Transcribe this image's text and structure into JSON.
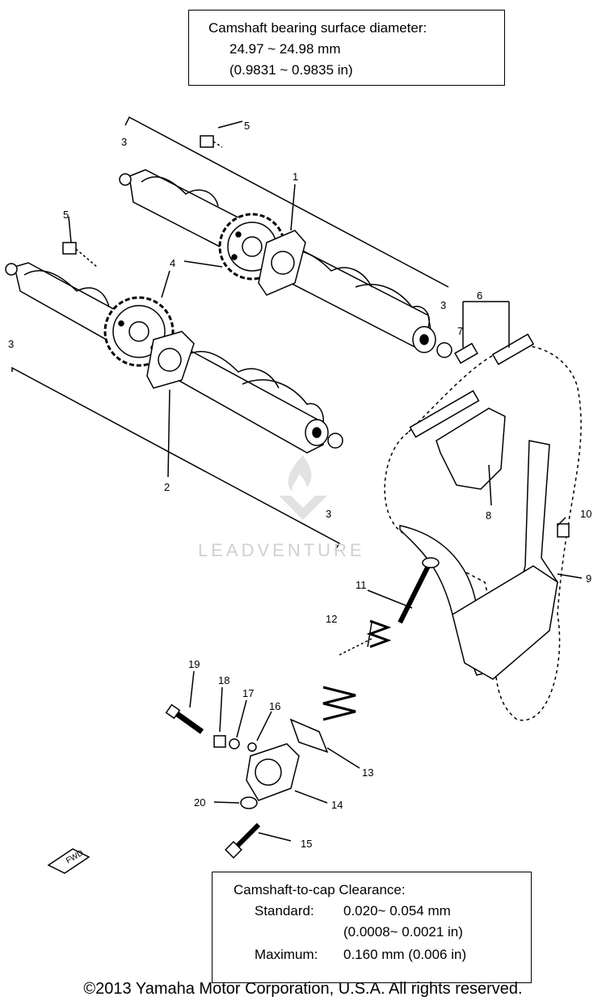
{
  "spec_top": {
    "line1": "Camshaft bearing surface diameter:",
    "line2": "24.97 ~ 24.98 mm",
    "line3": "(0.9831 ~ 0.9835 in)"
  },
  "spec_bottom": {
    "title": "Camshaft-to-cap Clearance:",
    "standard_label": "Standard:",
    "standard_mm": "0.020~ 0.054 mm",
    "standard_in": "(0.0008~ 0.0021 in)",
    "maximum_label": "Maximum:",
    "maximum_value": "0.160 mm (0.006 in)"
  },
  "callouts": {
    "c1": "1",
    "c2": "2",
    "c3a": "3",
    "c3b": "3",
    "c3c": "3",
    "c3d": "3",
    "c4": "4",
    "c5a": "5",
    "c5b": "5",
    "c6": "6",
    "c7": "7",
    "c8": "8",
    "c9": "9",
    "c10": "10",
    "c11": "11",
    "c12": "12",
    "c13": "13",
    "c14": "14",
    "c15": "15",
    "c16": "16",
    "c17": "17",
    "c18": "18",
    "c19": "19",
    "c20": "20"
  },
  "fwd_label": "FWD",
  "watermark": "LEADVENTURE",
  "copyright": "©2013 Yamaha Motor Corporation, U.S.A. All rights reserved."
}
